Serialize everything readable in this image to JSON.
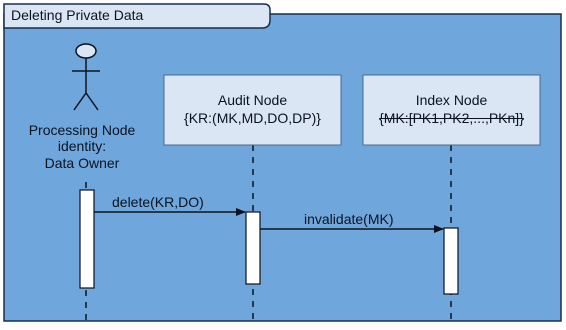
{
  "frame": {
    "title": "Deleting Private Data"
  },
  "actor": {
    "name_line1": "Processing Node",
    "name_line2": "identity:",
    "name_line3": "Data Owner"
  },
  "nodes": [
    {
      "name": "Audit Node",
      "detail": "{KR:(MK,MD,DO,DP)}",
      "struck": false
    },
    {
      "name": "Index Node",
      "detail": "{MK:[PK1,PK2,...,PKn]}",
      "struck": true
    }
  ],
  "messages": [
    {
      "label": "delete(KR,DO)"
    },
    {
      "label": "invalidate(MK)"
    }
  ],
  "colors": {
    "background": "#6fa6db",
    "frame_border": "#1a2e4a",
    "lifeline_box": "#dbe6f4",
    "activation": "#ffffff",
    "line": "#0b1320",
    "actor_head": "#dbe6f4"
  }
}
